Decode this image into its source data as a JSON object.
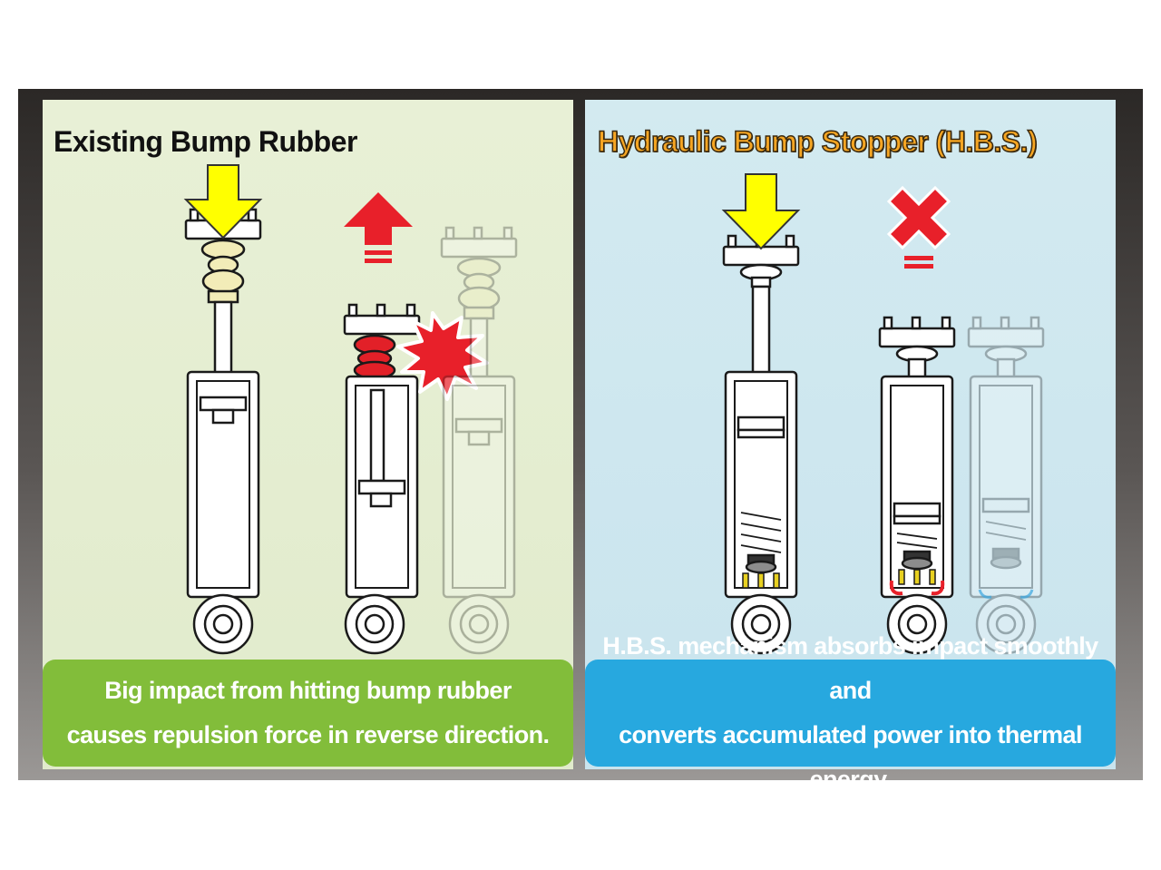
{
  "left_panel": {
    "title": "Existing Bump Rubber",
    "caption_line1": "Big impact from hitting bump rubber",
    "caption_line2": "causes repulsion force in reverse direction."
  },
  "right_panel": {
    "title": "Hydraulic Bump Stopper (H.B.S.)",
    "caption_line1": "H.B.S. mechanism absorbs impact smoothly and",
    "caption_line2": "converts accumulated power into thermal energy."
  },
  "colors": {
    "left_bg": "#e5eed1",
    "right_bg": "#cfe8ef",
    "left_caption_bg": "#82bd3a",
    "right_caption_bg": "#27a8df",
    "force_arrow": "#ffff00",
    "rebound_arrow": "#e8202a",
    "bump_rubber": "#f2ecb8",
    "title_accent": "#f6a623"
  },
  "icons": {
    "force": "down-arrow-icon",
    "rebound": "up-arrow-icon",
    "no_rebound": "cross-icon",
    "impact": "burst-icon"
  }
}
